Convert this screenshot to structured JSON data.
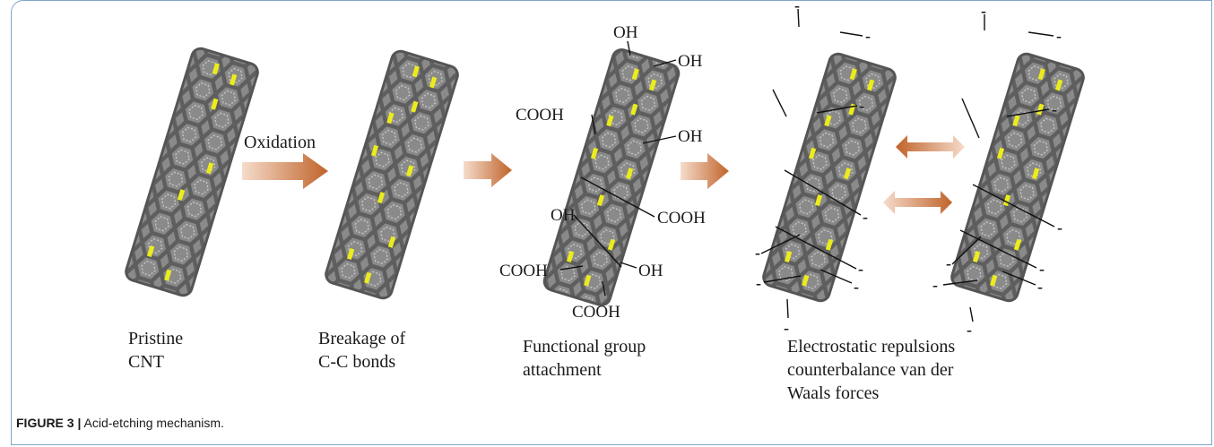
{
  "figure": {
    "label": "FIGURE 3 |",
    "caption": "Acid-etching mechanism."
  },
  "steps": [
    {
      "id": "pristine",
      "lines": [
        "Pristine",
        "CNT"
      ]
    },
    {
      "id": "breakage",
      "lines": [
        "Breakage of",
        "C-C bonds"
      ]
    },
    {
      "id": "functional",
      "lines": [
        "Functional group",
        "attachment"
      ]
    },
    {
      "id": "electrostatic",
      "lines": [
        "Electrostatic repulsions",
        "counterbalance van der",
        "Waals forces"
      ]
    }
  ],
  "arrows": {
    "oxidation_label": "Oxidation",
    "gradient_from": "#f6dccb",
    "gradient_to": "#c0632a"
  },
  "groups": {
    "oh": "OH",
    "cooh": "COOH",
    "minus": "-"
  },
  "colors": {
    "carbon": "#6b6b6b",
    "defect": "#ecec1c"
  }
}
